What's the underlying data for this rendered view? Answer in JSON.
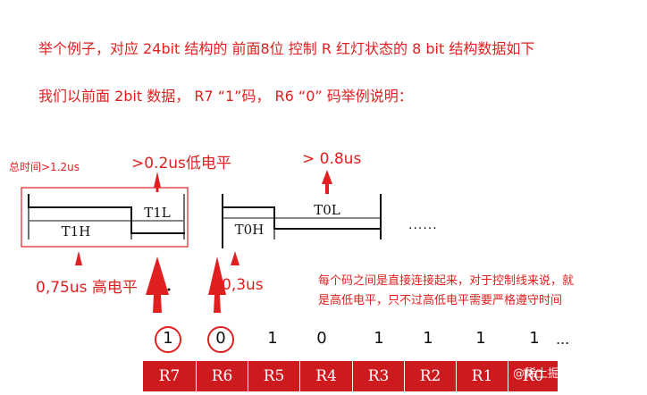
{
  "heading": {
    "line1": "举个例子，对应 24bit 结构的 前面8位 控制 R 红灯状态的 8 bit 结构数据如下",
    "line2": "我们以前面 2bit 数据， R7 “1”码， R6 “0” 码举例说明："
  },
  "annotations": {
    "total_time": "总时间>1.2us",
    "low_02": ">0.2us低电平",
    "gt_08": "> 0.8us",
    "high_075": "0,75us 高电平",
    "high_03": "0,3us",
    "note_line1": "每个码之间是直接连接起来，对于控制线来说，就",
    "note_line2": "是高低电平，只不过高低电平需要严格遵守时间",
    "ellipsis": "......"
  },
  "waveform_labels": {
    "t1l": "T1L",
    "t1h": "T1H",
    "t0h": "T0H",
    "t0l": "T0L"
  },
  "bits": [
    "1",
    "0",
    "1",
    "0",
    "1",
    "1",
    "1",
    "1"
  ],
  "bits_more": "...",
  "registers": [
    "R7",
    "R6",
    "R5",
    "R4",
    "R3",
    "R2",
    "R1",
    "R0"
  ],
  "watermark": "@稀土掘金技术社区",
  "colors": {
    "accent": "#e02020",
    "register_fill": "#cc1a1f"
  }
}
